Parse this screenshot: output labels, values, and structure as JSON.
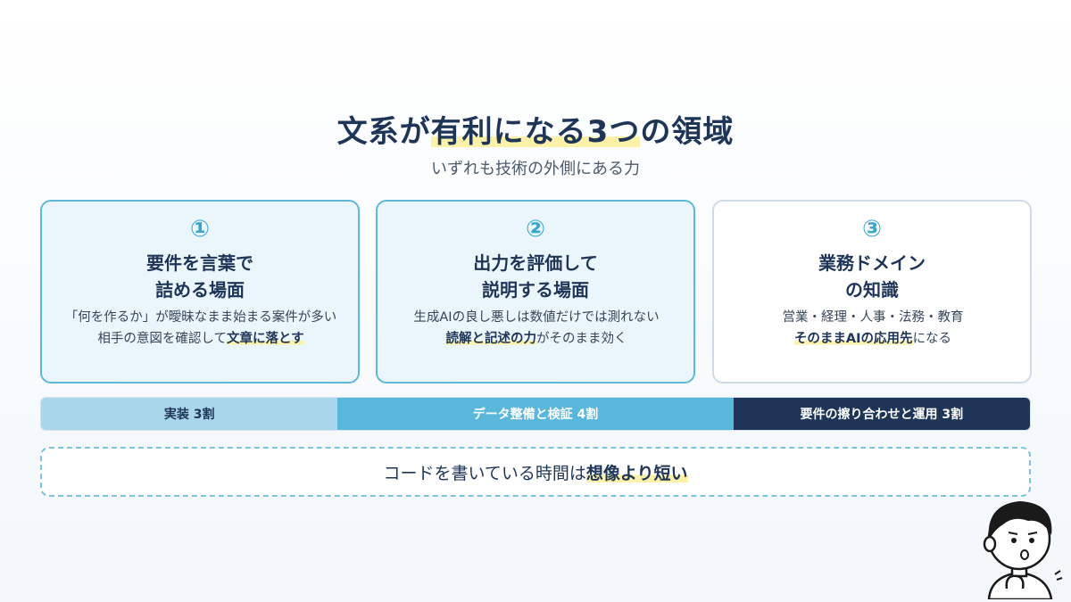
{
  "title": {
    "pre": "文系が",
    "hl": "有利になる3つ",
    "post": "の領域"
  },
  "subtitle": "いずれも技術の外側にある力",
  "cards": [
    {
      "num": "①",
      "head_line1": "要件を言葉で",
      "head_line2": "詰める場面",
      "body_line1": "「何を作るか」が曖昧なまま始まる案件が多い",
      "body_line2_pre": "相手の意図を確認して",
      "body_line2_hl": "文章に落とす",
      "body_line2_post": ""
    },
    {
      "num": "②",
      "head_line1": "出力を評価して",
      "head_line2": "説明する場面",
      "body_line1": "生成AIの良し悪しは数値だけでは測れない",
      "body_line2_pre": "",
      "body_line2_hl": "読解と記述の力",
      "body_line2_post": "がそのまま効く"
    },
    {
      "num": "③",
      "head_line1": "業務ドメイン",
      "head_line2": "の知識",
      "body_line1": "営業・経理・人事・法務・教育",
      "body_line2_pre": "",
      "body_line2_hl": "そのままAIの応用先",
      "body_line2_post": "になる"
    }
  ],
  "bar": {
    "segments": [
      {
        "label": "実装 3割",
        "share": 0.3
      },
      {
        "label": "データ整備と検証 4割",
        "share": 0.4
      },
      {
        "label": "要件の擦り合わせと運用 3割",
        "share": 0.3
      }
    ]
  },
  "note": {
    "pre": "コードを書いている時間は",
    "hl": "想像より短い"
  },
  "colors": {
    "navy": "#1e3557",
    "accent": "#3aa6cf",
    "highlight": "#fbf1a8",
    "seg1": "#a9d6ea",
    "seg2": "#5ab7dc",
    "seg3": "#1e3557"
  },
  "icons": {
    "character": "surprised-person-icon"
  }
}
